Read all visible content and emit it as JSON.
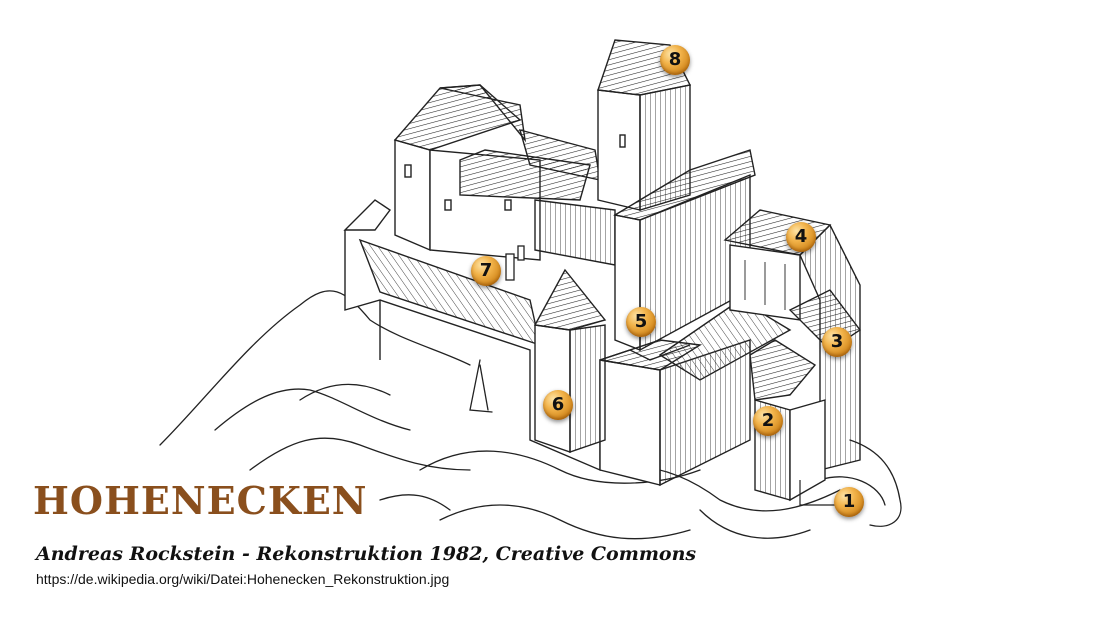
{
  "title": "HOHENECKEN",
  "credit": "Andreas Rockstein - Rekonstruktion 1982, Creative Commons",
  "source_url": "https://de.wikipedia.org/wiki/Datei:Hohenecken_Rekonstruktion.jpg",
  "markers": [
    {
      "label": "1"
    },
    {
      "label": "2"
    },
    {
      "label": "3"
    },
    {
      "label": "4"
    },
    {
      "label": "5"
    },
    {
      "label": "6"
    },
    {
      "label": "7"
    },
    {
      "label": "8"
    }
  ],
  "colors": {
    "title": "#8a4f1d",
    "marker": "#e8a43a",
    "ink": "#111111"
  }
}
